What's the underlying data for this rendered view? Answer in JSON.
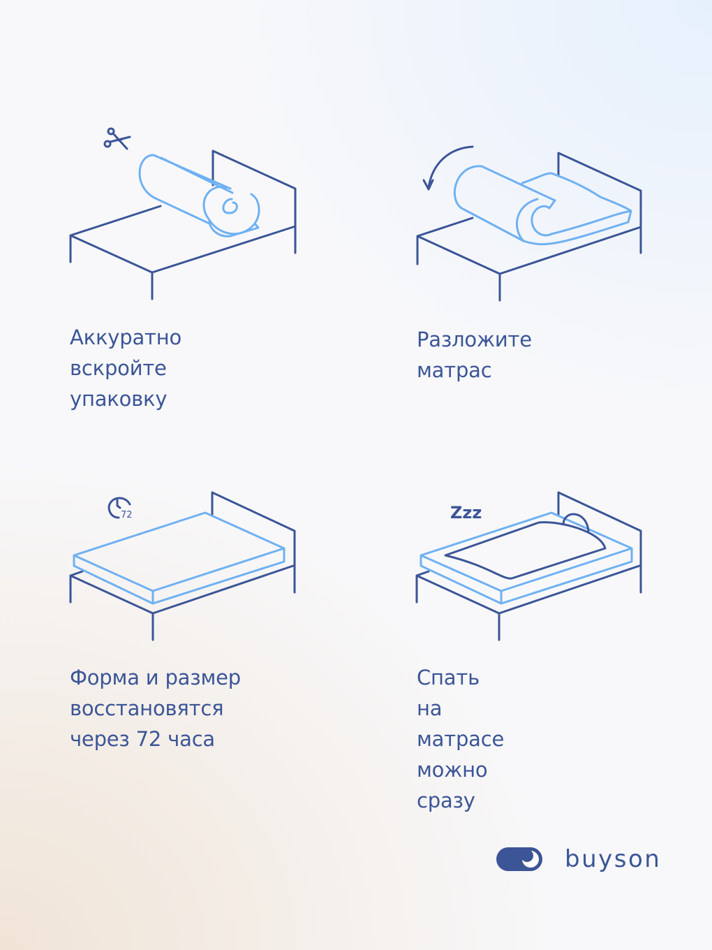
{
  "steps": [
    {
      "icon": "scissors-icon",
      "caption": "Аккуратно\nвскройте упаковку"
    },
    {
      "icon": "rotate-arrow-icon",
      "caption": "Разложите матрас"
    },
    {
      "icon": "clock-72-icon",
      "clock_label": "72",
      "caption": "Форма и размер\nвосстановятся\nчерез 72 часа"
    },
    {
      "icon": "zzz-icon",
      "zzz_label": "Zzz",
      "caption": "Спать на матрасе\nможно сразу"
    }
  ],
  "brand": {
    "name": "buyson"
  },
  "colors": {
    "primary": "#3b5597",
    "accent": "#6fb1f2"
  }
}
